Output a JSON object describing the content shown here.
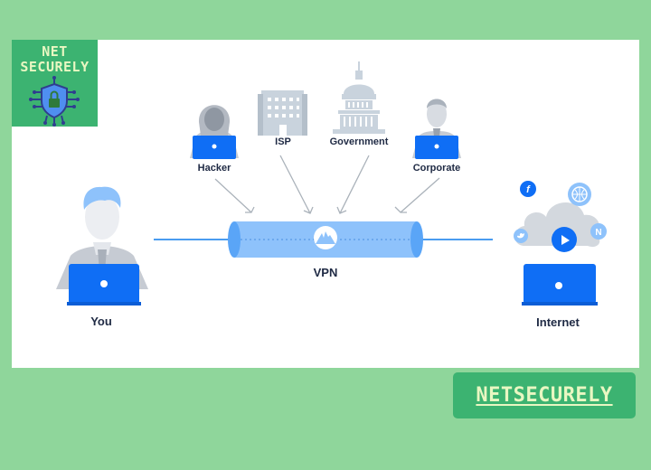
{
  "logo": {
    "line1": "NET",
    "line2": "SECURELY",
    "icon": "shield-lock-circuit-icon"
  },
  "diagram": {
    "title": "VPN",
    "nodes": {
      "you": {
        "label": "You",
        "icon": "person-laptop-icon"
      },
      "internet": {
        "label": "Internet",
        "icon": "cloud-laptop-icon"
      },
      "hacker": {
        "label": "Hacker",
        "icon": "hooded-person-laptop-icon"
      },
      "isp": {
        "label": "ISP",
        "icon": "building-icon"
      },
      "government": {
        "label": "Government",
        "icon": "capitol-icon"
      },
      "corporate": {
        "label": "Corporate",
        "icon": "businessman-laptop-icon"
      }
    },
    "tunnel_icon": "mountain-logo-icon",
    "cloud_icons": [
      "facebook-icon",
      "globe-icon",
      "twitter-icon",
      "play-icon",
      "netflix-icon"
    ],
    "colors": {
      "laptop": "#0f6ef5",
      "tunnel": "#8ec2fb",
      "tunnel_end": "#5aa5f7",
      "line": "#4a9cf0",
      "arrow": "#aab2ba",
      "figure": "#c9ced6",
      "label": "#1f2a44"
    }
  },
  "cta": {
    "label": "NETSECURELY"
  },
  "colors": {
    "background": "#8fd69b",
    "brand_green": "#3cb371",
    "brand_text": "#e9f7c2"
  }
}
